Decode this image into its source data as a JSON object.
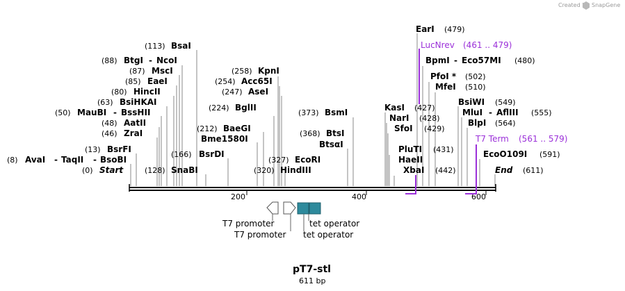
{
  "credit": "Created by",
  "brand": "SnapGene",
  "title": "pT7-stl",
  "size": "611 bp",
  "ticks": [
    "200",
    "400",
    "600"
  ],
  "sites": {
    "avai": {
      "pos": "(8)",
      "name": "AvaI",
      "sep": "-",
      "name2": "TaqII",
      "sep2": "-",
      "name3": "BsoBI"
    },
    "start": {
      "pos": "(0)",
      "name": "Start"
    },
    "bsrfi": {
      "pos": "(13)",
      "name": "BsrFI"
    },
    "zrai": {
      "pos": "(46)",
      "name": "ZraI"
    },
    "aatii": {
      "pos": "(48)",
      "name": "AatII"
    },
    "maubi": {
      "pos": "(50)",
      "name": "MauBI",
      "sep": "-",
      "name2": "BssHII"
    },
    "bsihkai": {
      "pos": "(63)",
      "name": "BsiHKAI"
    },
    "hincii": {
      "pos": "(80)",
      "name": "HincII"
    },
    "eaei": {
      "pos": "(85)",
      "name": "EaeI"
    },
    "msci": {
      "pos": "(87)",
      "name": "MscI"
    },
    "btgi": {
      "pos": "(88)",
      "name": "BtgI",
      "sep": "-",
      "name2": "NcoI"
    },
    "bsai": {
      "pos": "(113)",
      "name": "BsaI"
    },
    "snabi": {
      "pos": "(128)",
      "name": "SnaBI"
    },
    "bsrdi": {
      "pos": "(166)",
      "name": "BsrDI"
    },
    "bme1580i": {
      "name": "Bme1580I"
    },
    "baegi": {
      "pos": "(212)",
      "name": "BaeGI"
    },
    "bglii": {
      "pos": "(224)",
      "name": "BglII"
    },
    "asei": {
      "pos": "(247)",
      "name": "AseI"
    },
    "acc65i": {
      "pos": "(254)",
      "name": "Acc65I"
    },
    "kpni": {
      "pos": "(258)",
      "name": "KpnI"
    },
    "hindiii": {
      "pos": "(320)",
      "name": "HindIII"
    },
    "ecori": {
      "pos": "(327)",
      "name": "EcoRI"
    },
    "bsmi": {
      "pos": "(373)",
      "name": "BsmI"
    },
    "btsi": {
      "pos": "(368)",
      "name": "BtsI"
    },
    "btsai": {
      "name": "BtsαI"
    },
    "kasi": {
      "pos": "(427)",
      "name": "KasI"
    },
    "nari": {
      "pos": "(428)",
      "name": "NarI"
    },
    "sfoi": {
      "pos": "(429)",
      "name": "SfoI"
    },
    "pluti": {
      "pos": "(431)",
      "name": "PluTI"
    },
    "haeii": {
      "name": "HaeII"
    },
    "xbai": {
      "pos": "(442)",
      "name": "XbaI"
    },
    "eari": {
      "pos": "(479)",
      "name": "EarI"
    },
    "bpmi": {
      "pos": "(480)",
      "name": "BpmI",
      "sep": "-",
      "name2": "Eco57MI"
    },
    "pfoi": {
      "pos": "(502)",
      "name": "PfoI *"
    },
    "mfei": {
      "pos": "(510)",
      "name": "MfeI"
    },
    "bsiwi": {
      "pos": "(549)",
      "name": "BsiWI"
    },
    "mlui": {
      "pos": "(555)",
      "name": "MluI",
      "sep": "-",
      "name2": "AflIII"
    },
    "blpi": {
      "pos": "(564)",
      "name": "BlpI"
    },
    "ecoo109i": {
      "pos": "(591)",
      "name": "EcoO109I"
    },
    "end": {
      "pos": "(611)",
      "name": "End"
    }
  },
  "features": {
    "lucnrev": {
      "name": "LucNrev",
      "range": "(461 .. 479)"
    },
    "t7term": {
      "name": "T7 Term",
      "range": "(561 .. 579)"
    },
    "t7promoter_a": "T7 promoter",
    "t7promoter_b": "T7 promoter",
    "tetop_a": "tet operator",
    "tetop_b": "tet operator"
  },
  "colors": {
    "feature_purple": "#9b30d9",
    "operator_teal": "#2e8a9c",
    "credit_gray": "#9a9a9a"
  }
}
